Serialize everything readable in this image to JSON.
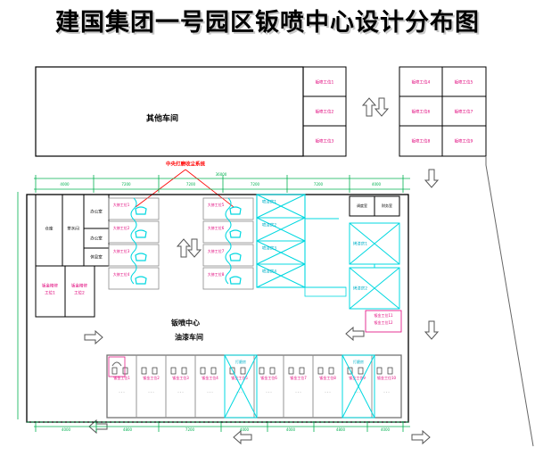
{
  "title": "建国集团一号园区钣喷中心设计分布图",
  "labels": {
    "other_workshop": "其他车间",
    "center_line1": "钣喷中心",
    "center_line2": "油漆车间",
    "central_dust": "中央打磨收尘系统",
    "warehouse": "仓库",
    "pantry": "茶水间",
    "office_small": "办公室",
    "office": "办公室",
    "lounge": "休息室",
    "finance": "财务室",
    "dispatch": "调度室",
    "finishing_1": "钣金精修",
    "finishing_2": "工位1",
    "finishing_3": "工位2",
    "sanding_room": "打磨房",
    "bay_11": "钣金工位11",
    "bay_12": "钣金工位12"
  },
  "right_top_grid": [
    "钣喷工位4",
    "钣喷工位5",
    "钣喷工位6",
    "钣喷工位7",
    "钣喷工位8",
    "钣喷工位9"
  ],
  "mid_top_column": [
    "钣喷工位1",
    "钣喷工位2",
    "钣喷工位3"
  ],
  "big_bays": [
    "大修工位1",
    "大修工位2",
    "大修工位3",
    "大修工位4",
    "大修工位5",
    "大修工位6",
    "大修工位7",
    "大修工位8"
  ],
  "spray_booths": [
    "喷漆房1",
    "喷漆房2",
    "喷漆房3",
    "喷漆房4"
  ],
  "prep_rooms": [
    "烤漆房1",
    "烤漆房2"
  ],
  "bottom_bays": [
    "钣金工位1",
    "钣金工位2",
    "钣金工位3",
    "钣金工位4",
    "钣金工位5",
    "钣金工位6",
    "钣金工位7",
    "钣金工位8",
    "钣金工位9",
    "钣金工位10"
  ],
  "dims_top": [
    "4000",
    "7200",
    "7200",
    "7200",
    "7200",
    "4000"
  ],
  "dims_top_total": "36000",
  "dims_bottom": [
    "4000",
    "4800",
    "7200",
    "4000",
    "4000",
    "4800",
    "4000"
  ],
  "colors": {
    "wall": "#000000",
    "dimension": "#00b050",
    "booth": "#00d8e0",
    "booth_label": "#00b0c8",
    "label": "#e0007a",
    "accent": "#ff0000",
    "partition": "#8a8a8a"
  }
}
